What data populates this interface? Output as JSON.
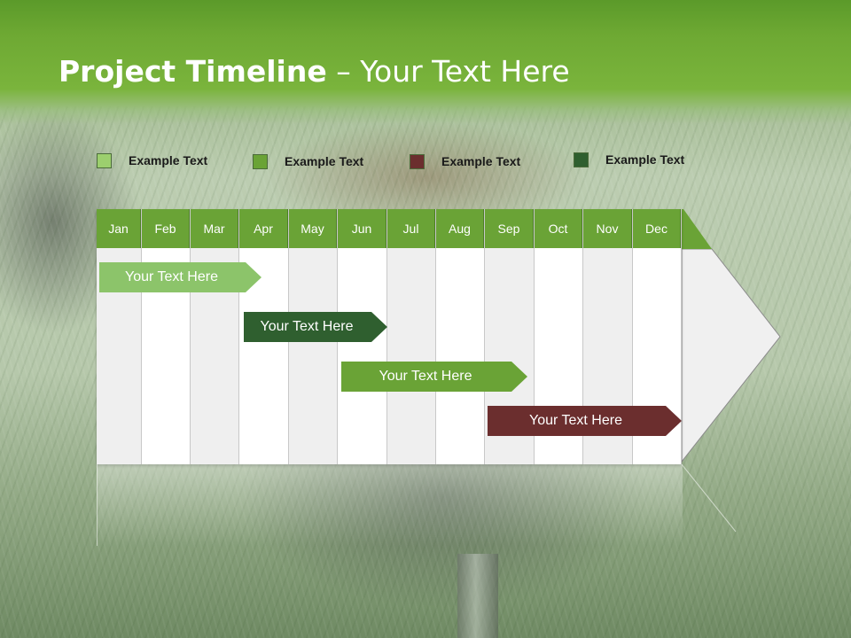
{
  "slide": {
    "title_bold": "Project Timeline",
    "title_rest": " – Your Text Here"
  },
  "legend": [
    {
      "label": "Example Text",
      "color": "#9ccf6e"
    },
    {
      "label": "Example Text",
      "color": "#6aa336"
    },
    {
      "label": "Example Text",
      "color": "#6b2e2e"
    },
    {
      "label": "Example Text",
      "color": "#2f5f2f"
    }
  ],
  "timeline": {
    "months": [
      "Jan",
      "Feb",
      "Mar",
      "Apr",
      "May",
      "Jun",
      "Jul",
      "Aug",
      "Sep",
      "Oct",
      "Nov",
      "Dec"
    ],
    "header_color": "#6aa336",
    "tasks": [
      {
        "label": "Your  Text Here",
        "start_month": "Jan",
        "end_month": "Apr",
        "color": "#8cc46a"
      },
      {
        "label": "Your  Text Here",
        "start_month": "Apr",
        "end_month": "Jun",
        "color": "#2f5f2f"
      },
      {
        "label": "Your  Text Here",
        "start_month": "Jun",
        "end_month": "Sep",
        "color": "#6aa336"
      },
      {
        "label": "Your  Text Here",
        "start_month": "Sep",
        "end_month": "Dec",
        "color": "#6b2e2e"
      }
    ]
  }
}
